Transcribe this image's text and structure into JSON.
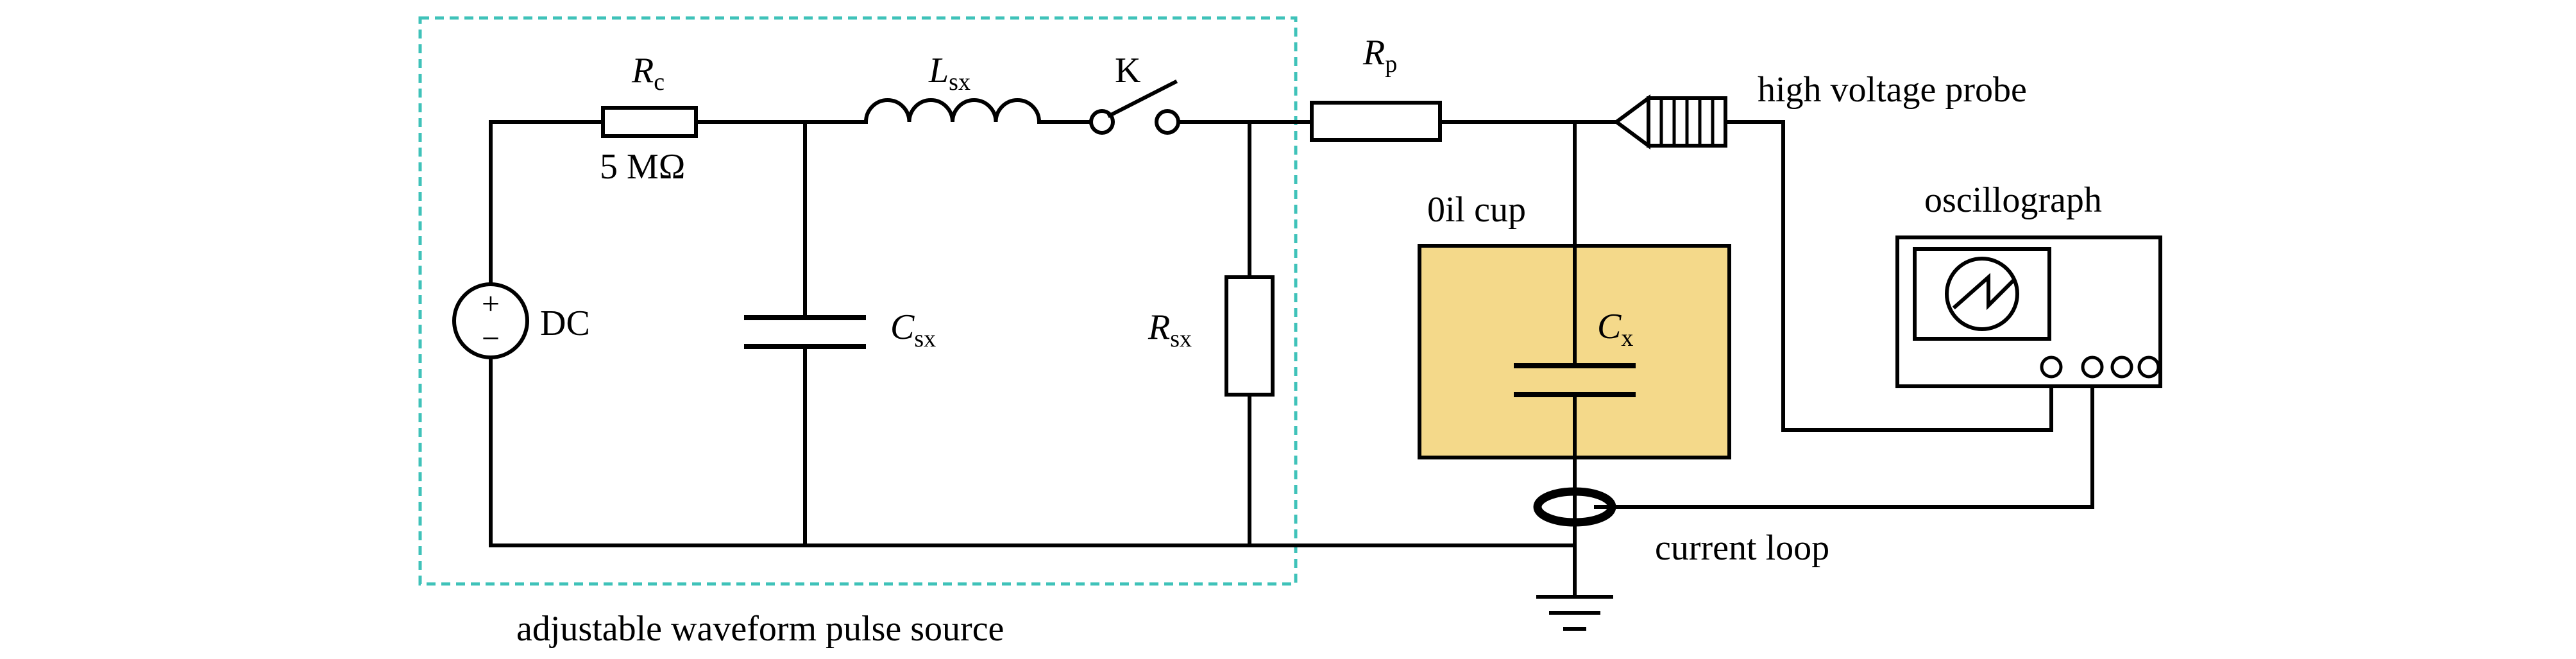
{
  "diagram": {
    "source_box": {
      "caption": "adjustable waveform pulse source",
      "border_color": "#3fc2b9"
    },
    "dc_source": {
      "label": "DC",
      "plus": "+",
      "minus": "−"
    },
    "rc": {
      "sym": "R",
      "sub": "c",
      "value": "5 MΩ"
    },
    "lsx": {
      "sym": "L",
      "sub": "sx"
    },
    "switch": {
      "label": "K"
    },
    "csx": {
      "sym": "C",
      "sub": "sx"
    },
    "rsx": {
      "sym": "R",
      "sub": "sx"
    },
    "rp": {
      "sym": "R",
      "sub": "p"
    },
    "probe": {
      "label": "high voltage probe"
    },
    "oil_cup": {
      "label": "0il cup",
      "fill_color": "#f4d98a"
    },
    "cx": {
      "sym": "C",
      "sub": "x"
    },
    "oscillograph": {
      "label": "oscillograph"
    },
    "current_loop": {
      "label": "current loop"
    }
  }
}
